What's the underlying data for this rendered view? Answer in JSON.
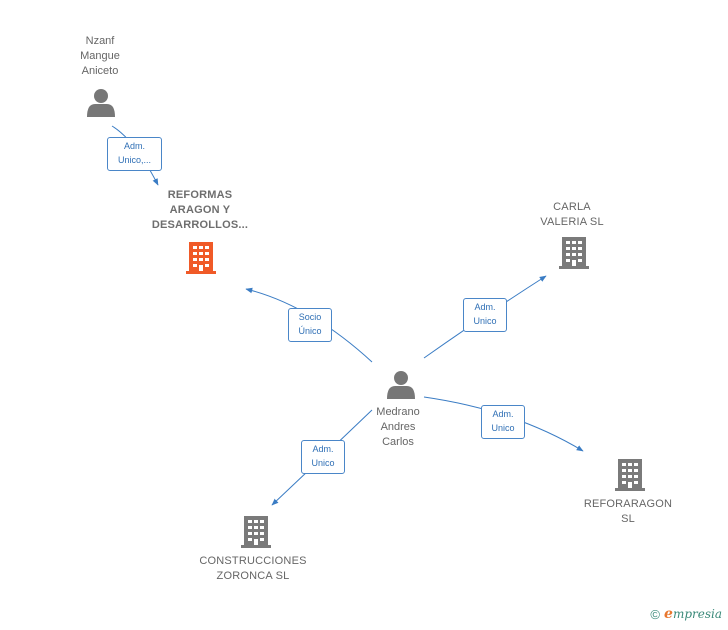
{
  "nodes": {
    "nzanf": {
      "label": "Nzanf\nMangue\nAniceto",
      "type": "person"
    },
    "reformas": {
      "label": "REFORMAS\nARAGON Y\nDESARROLLOS...",
      "type": "company-highlight"
    },
    "carla": {
      "label": "CARLA\nVALERIA  SL",
      "type": "company"
    },
    "medrano": {
      "label": "Medrano\nAndres\nCarlos",
      "type": "person"
    },
    "reforaragon": {
      "label": "REFORARAGON\nSL",
      "type": "company"
    },
    "construcciones": {
      "label": "CONSTRUCCIONES\nZORONCA SL",
      "type": "company"
    }
  },
  "edges": {
    "nzanf_reformas": "Adm.\nUnico,...",
    "medrano_reformas": "Socio\nÚnico",
    "medrano_carla": "Adm.\nUnico",
    "medrano_reforaragon": "Adm.\nUnico",
    "medrano_construcciones": "Adm.\nUnico"
  },
  "footer": {
    "copyright": "©",
    "brand_initial": "e",
    "brand_rest": "mpresia"
  },
  "colors": {
    "person": "#777777",
    "company": "#7a7a7a",
    "highlight": "#f05a28",
    "edge": "#3a7cc4"
  }
}
